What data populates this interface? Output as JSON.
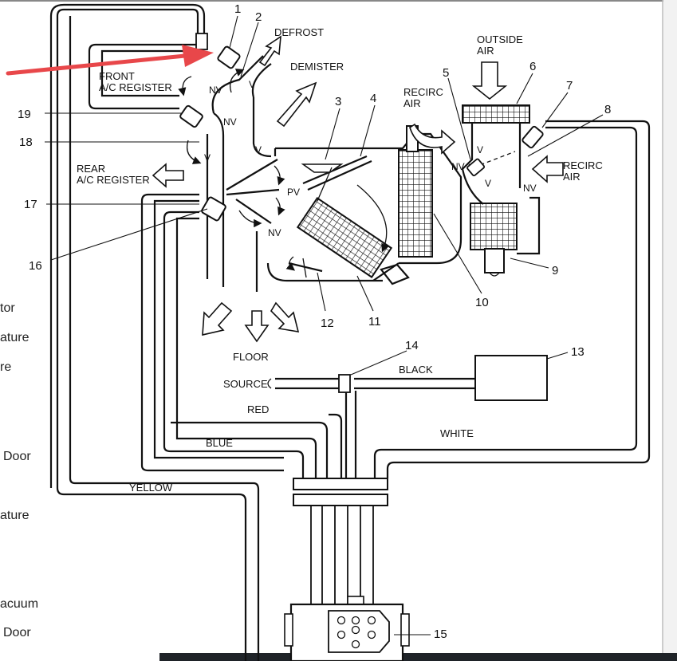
{
  "colors": {
    "arrow_accent": "#e8474a",
    "line": "#111111",
    "page_bg": "#ffffff",
    "gutter": "#e6e6e6"
  },
  "diagram": {
    "air_labels": {
      "defrost": "DEFROST",
      "demister": "DEMISTER",
      "front_register_1": "FRONT",
      "front_register_2": "A/C REGISTER",
      "rear_register_1": "REAR",
      "rear_register_2": "A/C REGISTER",
      "floor": "FLOOR",
      "outside_1": "OUTSIDE",
      "outside_2": "AIR",
      "recirc_left_1": "RECIRC",
      "recirc_left_2": "AIR",
      "recirc_right_1": "RECIRC",
      "recirc_right_2": "AIR"
    },
    "hose_labels": {
      "source": "SOURCE",
      "black": "BLACK",
      "red": "RED",
      "white": "WHITE",
      "blue": "BLUE",
      "yellow": "YELLOW"
    },
    "port_labels": {
      "nv_1": "NV",
      "v_1": "V",
      "nv_2": "NV",
      "v_2": "V",
      "v_3": "V",
      "pv": "PV",
      "nv_3": "NV",
      "nv_4": "NV",
      "v_4": "V",
      "v_5": "V",
      "nv_5": "NV"
    },
    "callouts": [
      "1",
      "2",
      "3",
      "4",
      "5",
      "6",
      "7",
      "8",
      "9",
      "10",
      "11",
      "12",
      "13",
      "14",
      "15",
      "16",
      "17",
      "18",
      "19"
    ]
  },
  "side_text": [
    "tor",
    "ature",
    "re",
    "Door",
    "ature",
    "acuum",
    "Door"
  ]
}
